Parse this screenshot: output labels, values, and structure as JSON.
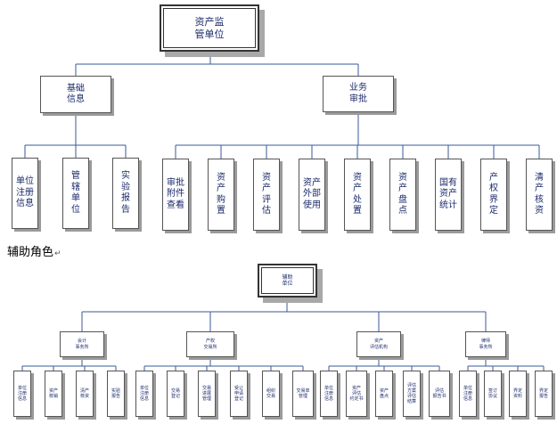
{
  "top": {
    "root": "资产监\n管单位",
    "groups": [
      {
        "label": "基础\n信息",
        "children": [
          "单位\n注册\n信息",
          "管\n辖\n单\n位",
          "实\n验\n报\n告"
        ]
      },
      {
        "label": "业务\n审批",
        "children": [
          "审批\n附件\n查看",
          "资\n产\n购\n置",
          "资\n产\n评\n估",
          "资产\n外部\n使用",
          "资\n产\n处\n置",
          "资\n产\n盘\n点",
          "国有\n资产\n统计",
          "产\n权\n界\n定",
          "清\n产\n核\n资"
        ]
      }
    ]
  },
  "caption": {
    "text": "辅助角色",
    "mark": "↵"
  },
  "bottom": {
    "root": "辅助\n单位",
    "groups": [
      {
        "label": "会计\n事务所",
        "children": [
          "单位\n注册\n信息",
          "资产\n核销",
          "清产\n核资",
          "实验\n报告"
        ]
      },
      {
        "label": "产权\n交易所",
        "children": [
          "单位\n注册\n信息",
          "交易\n登记",
          "交易\n进展\n管理",
          "受让\n申请\n登记",
          "组织\n交易",
          "交易单\n管理"
        ]
      },
      {
        "label": "资产\n评估机构",
        "children": [
          "单位\n注册\n信息",
          "资产\n评估\n约定书",
          "资产\n盘点",
          "评估\n方案\n评估\n结算",
          "评估\n报告书"
        ]
      },
      {
        "label": "律师\n事务所",
        "children": [
          "单位\n注册\n信息",
          "签订\n协议",
          "界定\n资料",
          "界定\n报告"
        ]
      }
    ]
  }
}
